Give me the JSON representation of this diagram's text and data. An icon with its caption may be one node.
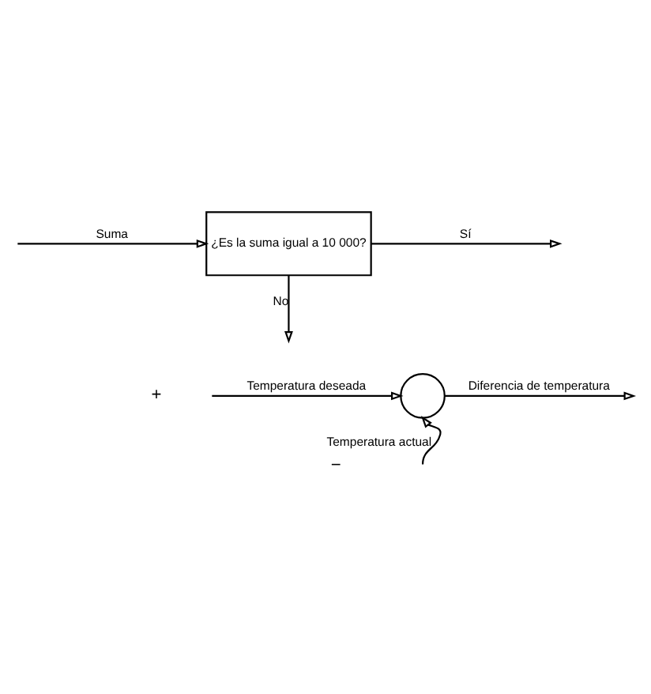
{
  "diagram": {
    "nodes": [
      {
        "text": [
          "¿Es la suma igual a 10 000?"
        ]
      },
      {
        "text": [],
        "shape": "circle"
      }
    ],
    "edges": [
      {
        "from": null,
        "to": 0,
        "arrow": "to",
        "label": "Suma"
      },
      {
        "from": 0,
        "to": null,
        "arrow": "to",
        "label": "Sí"
      },
      {
        "from": 0,
        "to": null,
        "arrow": "to",
        "label": "No"
      },
      {
        "from": null,
        "to": 1,
        "arrow": "to",
        "label": "Temperatura deseada"
      },
      {
        "from": 1,
        "to": null,
        "arrow": "to",
        "label": "Diferencia de temperatura"
      },
      {
        "from": null,
        "to": 1,
        "arrow": "to",
        "label": "Temperatura actual"
      }
    ],
    "labels": [
      "+",
      "−"
    ]
  }
}
